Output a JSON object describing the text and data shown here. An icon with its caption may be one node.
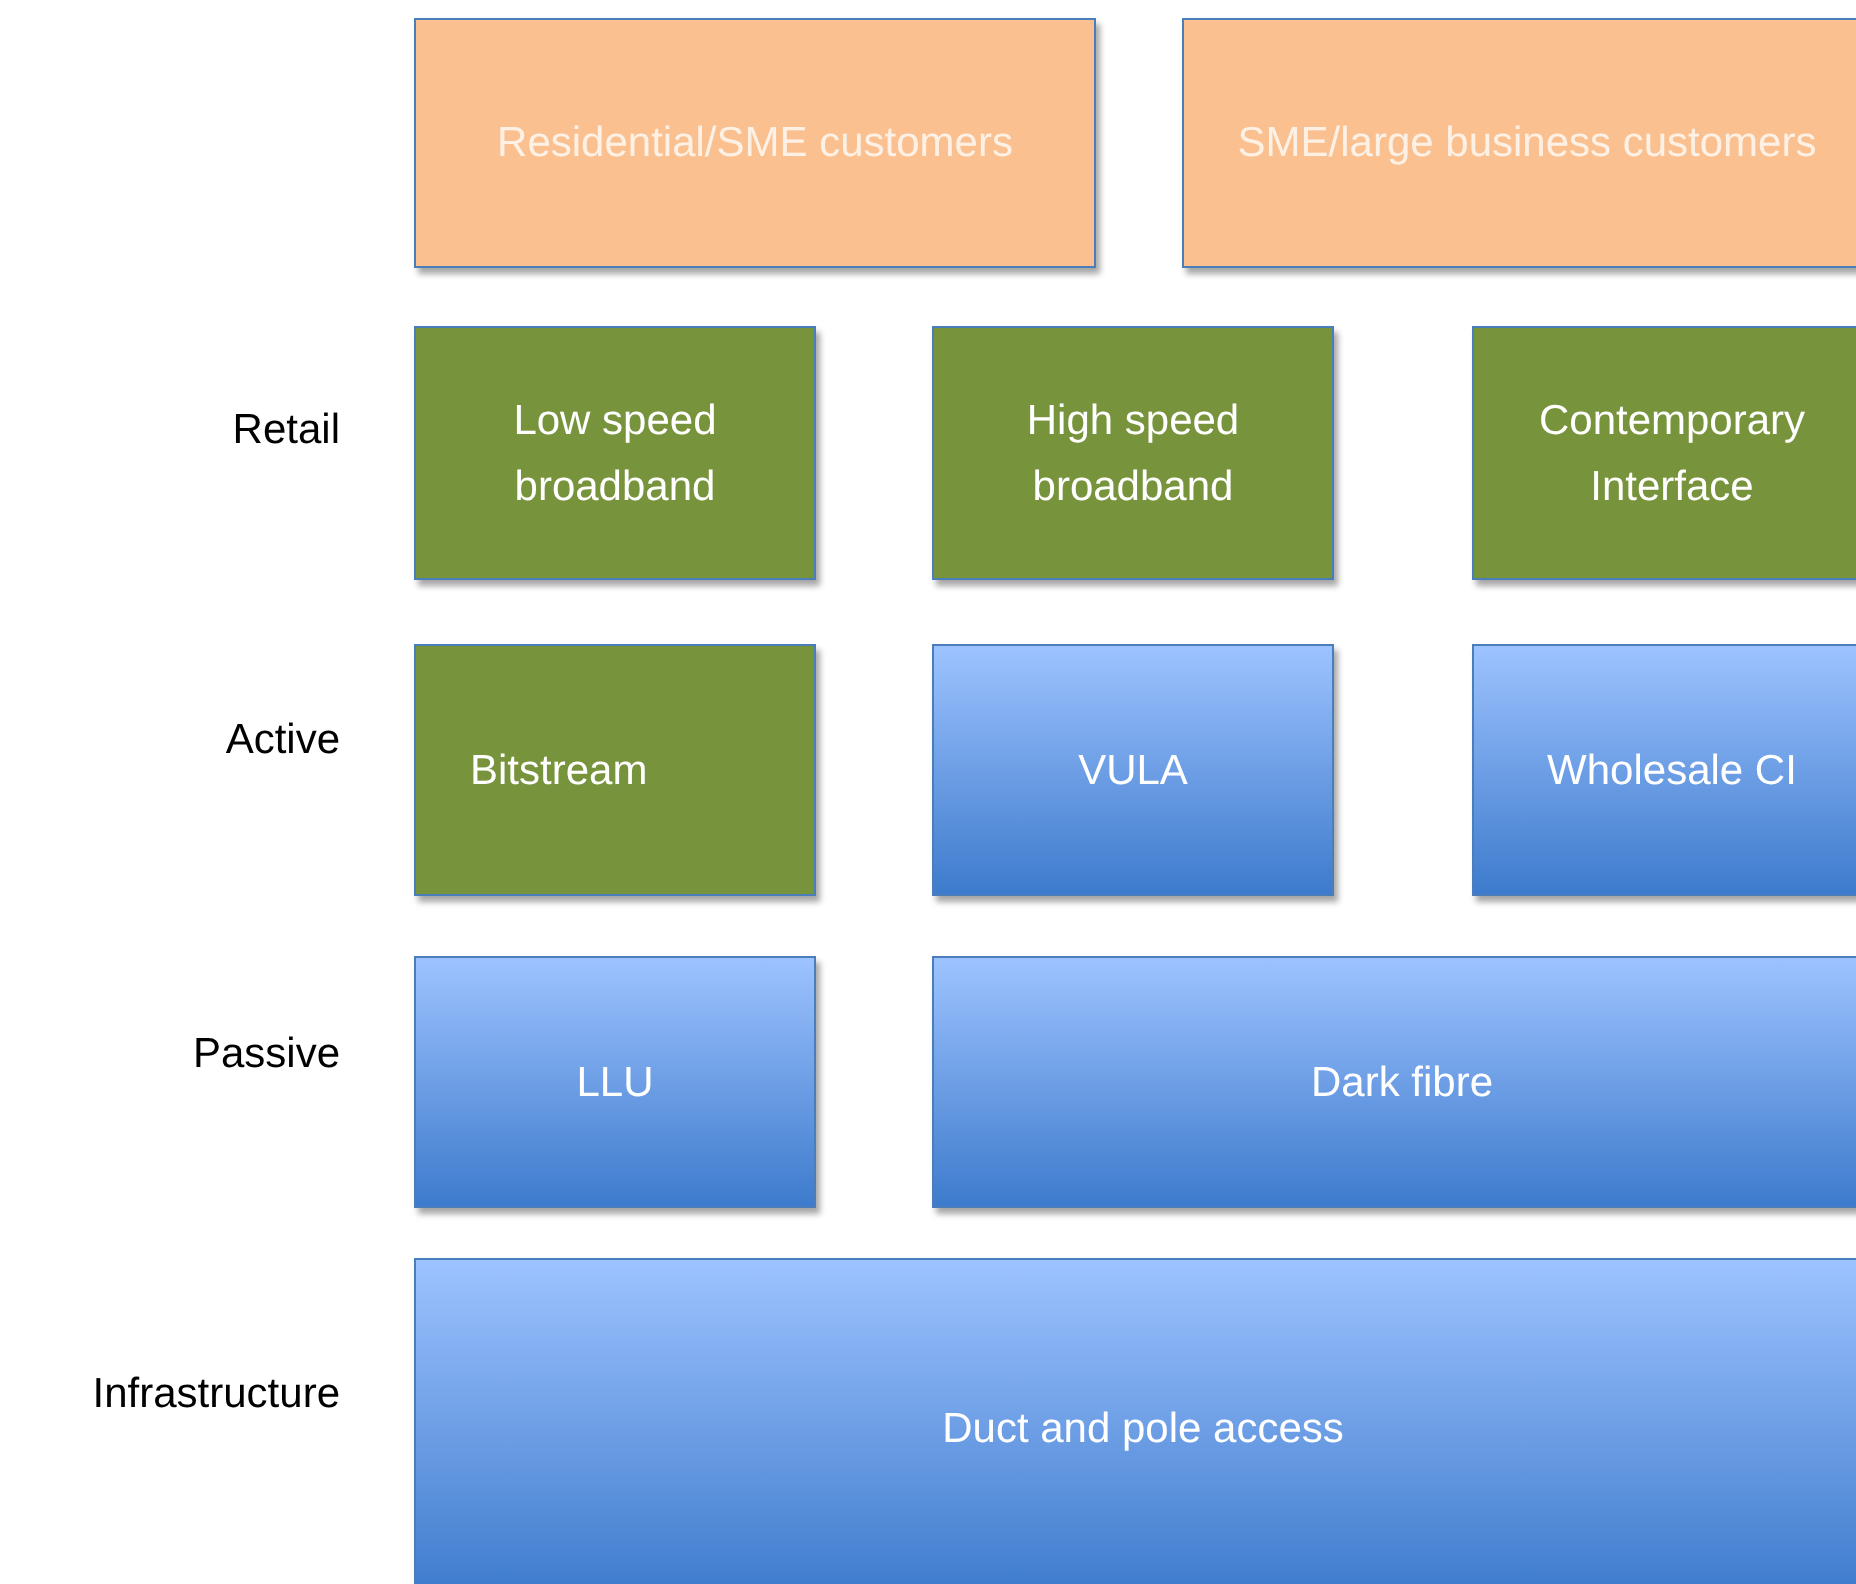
{
  "diagram": {
    "nodes": [
      {
        "text": [
          "Residential/SME customers"
        ]
      },
      {
        "text": [
          "SME/large business customers"
        ]
      },
      {
        "text": [
          "Low speed broadband"
        ]
      },
      {
        "text": [
          "High speed broadband"
        ]
      },
      {
        "text": [
          "Contemporary Interface"
        ]
      },
      {
        "text": [
          "Bitstream"
        ]
      },
      {
        "text": [
          "VULA"
        ]
      },
      {
        "text": [
          "Wholesale CI"
        ]
      },
      {
        "text": [
          "LLU"
        ]
      },
      {
        "text": [
          "Dark fibre"
        ]
      },
      {
        "text": [
          "Duct and pole access"
        ]
      }
    ],
    "labels": [
      "Retail",
      "Active",
      "Passive",
      "Infrastructure"
    ]
  }
}
